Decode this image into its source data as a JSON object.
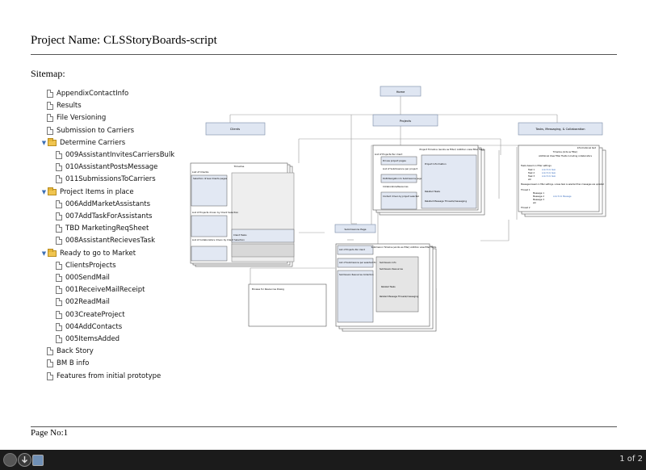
{
  "document": {
    "title": "Project Name: CLSStoryBoards-script",
    "sitemap_label": "Sitemap:",
    "page_no": "Page No:1"
  },
  "sitemap": [
    {
      "label": "AppendixContactInfo",
      "type": "page",
      "level": 1
    },
    {
      "label": "Results",
      "type": "page",
      "level": 1
    },
    {
      "label": "File Versioning",
      "type": "page",
      "level": 1
    },
    {
      "label": "Submission to Carriers",
      "type": "page",
      "level": 1
    },
    {
      "label": "Determine Carriers",
      "type": "folder",
      "level": 0,
      "expanded": true
    },
    {
      "label": "009AssistantInvitesCarriersBulk",
      "type": "page",
      "level": 2
    },
    {
      "label": "010AssistantPostsMessage",
      "type": "page",
      "level": 2
    },
    {
      "label": "011SubmissionsToCarriers",
      "type": "page",
      "level": 2
    },
    {
      "label": "Project Items in place",
      "type": "folder",
      "level": 0,
      "expanded": true
    },
    {
      "label": "006AddMarketAssistants",
      "type": "page",
      "level": 2
    },
    {
      "label": "007AddTaskForAssistants",
      "type": "page",
      "level": 2
    },
    {
      "label": "TBD MarketingReqSheet",
      "type": "page",
      "level": 2
    },
    {
      "label": "008AssistantRecievesTask",
      "type": "page",
      "level": 2
    },
    {
      "label": "Ready to go to Market",
      "type": "folder",
      "level": 0,
      "expanded": true
    },
    {
      "label": "ClientsProjects",
      "type": "page",
      "level": 2
    },
    {
      "label": "000SendMail",
      "type": "page",
      "level": 2
    },
    {
      "label": "001ReceiveMailReceipt",
      "type": "page",
      "level": 2
    },
    {
      "label": "002ReadMail",
      "type": "page",
      "level": 2
    },
    {
      "label": "003CreateProject",
      "type": "page",
      "level": 2
    },
    {
      "label": "004AddContacts",
      "type": "page",
      "level": 2
    },
    {
      "label": "005ItemsAdded",
      "type": "page",
      "level": 2
    },
    {
      "label": "Back Story",
      "type": "page",
      "level": 1
    },
    {
      "label": "BM B info",
      "type": "page",
      "level": 1
    },
    {
      "label": "Features from initial prototype",
      "type": "page",
      "level": 1
    }
  ],
  "diagram": {
    "home": "Home",
    "clients": "Clients",
    "projects": "Projects",
    "tasks": "Tasks, Messaging, & Collaboration",
    "submissions_page": "Submissions Page",
    "timeline_title": "Timeline",
    "list_of_clients": "List of Clients",
    "selection_drives": "Selection drives Clients pages",
    "list_projects_driven": "List of Projects driven by Client Selection",
    "client_tasks": "Client Tasks",
    "list_collab": "List of Collaborators driven by Client Selection",
    "proj_timeline": "Project Timeline (works as Filter) Addition view filter fields",
    "list_projects_per_client": "List of Projects Per client",
    "drives_project_pages": "Drives project pages",
    "list_submissions": "List of Submissions per project",
    "drives_submission": "DAN Navigation to Submissions page",
    "collaborators": "Collaborators/Resources",
    "content_driven": "Content driven by project selected",
    "project_information": "Project Information",
    "related_tasks": "Related Tasks",
    "related_message": "Related Message Threads/messaging",
    "informational": "Informational text",
    "timeline_filter": "Timeline (Acts as Filter)",
    "additional_view": "Additional View Filter Fields Including collaborators",
    "tasks_based": "Tasks based on filter settings",
    "task1": "Task 1",
    "task2": "Task 2",
    "task3": "Task 3",
    "etc": "etc",
    "link_from_task": "Link from task",
    "messages_based": "Messages based on filter settings, unless task is selected then messages are updated",
    "thread1": "Thread 1",
    "message1": "Message 1",
    "message2": "Message 2",
    "message3": "Message 3",
    "link_from_message": "Link from Message",
    "thread2": "Thread 2",
    "sub_list_projects": "List of Projects Per client",
    "sub_timeline": "Submission Timeline (works as filter) Addition view filter fields",
    "sub_list_per_project": "List of Submissions per selected Project",
    "sub_resources": "Submission Resources Collection",
    "sub_info": "Submission Info",
    "sub_resources2": "Submission Resources",
    "sub_related_tasks": "Related Tasks",
    "sub_related_message": "Related Message Threads/messaging",
    "browse_resources": "Browse for Resources Dialog"
  },
  "viewer": {
    "pager": "1 of 2"
  }
}
